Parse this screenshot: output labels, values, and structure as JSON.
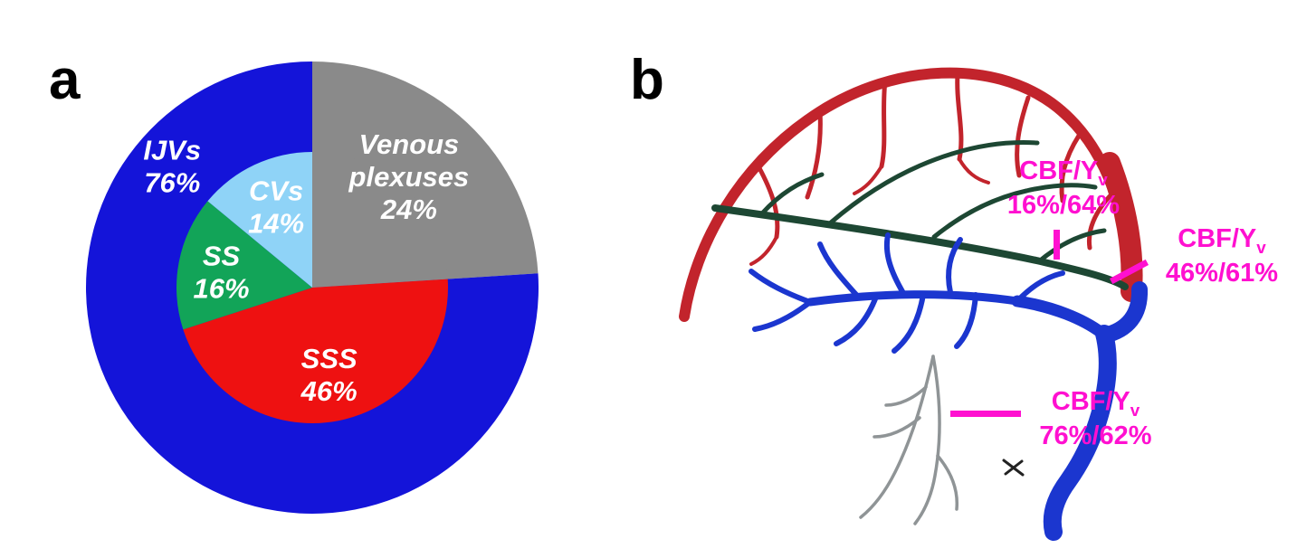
{
  "panel_a": {
    "label": "a"
  },
  "panel_b": {
    "label": "b",
    "annotations": [
      {
        "prefix": "CBF/Y",
        "subscript": "v",
        "values": "16%/64%"
      },
      {
        "prefix": "CBF/Y",
        "subscript": "v",
        "values": "46%/61%"
      },
      {
        "prefix": "CBF/Y",
        "subscript": "v",
        "values": "76%/62%"
      }
    ]
  },
  "colors": {
    "ijv_blue": "#1414d9",
    "venous_plexus_gray": "#8a8a8a",
    "sss_red": "#ee1111",
    "ss_green": "#12a458",
    "cvs_light_blue": "#8fd3f7",
    "annotation_magenta": "#ff10d0",
    "artery_red": "#c2242c",
    "sinus_dark_green": "#1d4733",
    "vein_blue": "#1b36cf"
  },
  "chart_data": {
    "type": "pie",
    "units": "%",
    "direction": "clockwise",
    "start_angle_deg": 0,
    "outer_ring": {
      "slices": [
        {
          "label": "Venous plexuses",
          "value": 24,
          "color": "#8a8a8a"
        },
        {
          "label": "IJVs",
          "value": 76,
          "color": "#1414d9"
        }
      ]
    },
    "inner_breakdown": {
      "slices": [
        {
          "label": "Venous plexuses",
          "value": 24,
          "color": "#8a8a8a"
        },
        {
          "label": "SSS",
          "value": 46,
          "color": "#ee1111"
        },
        {
          "label": "SS",
          "value": 16,
          "color": "#12a458"
        },
        {
          "label": "CVs",
          "value": 14,
          "color": "#8fd3f7"
        }
      ]
    }
  }
}
